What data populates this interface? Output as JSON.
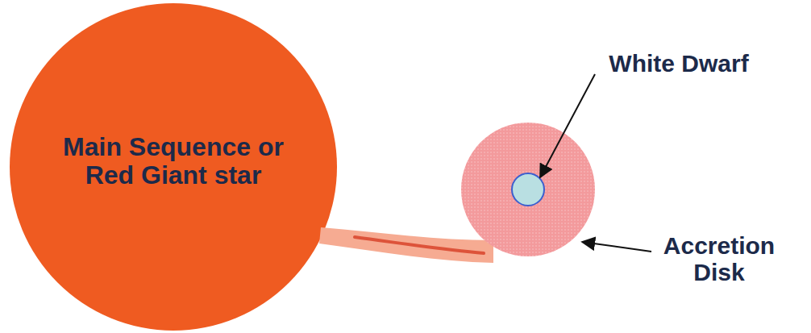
{
  "diagram": {
    "nodes": [
      {
        "text": [
          "Main Sequence or Red Giant star"
        ]
      }
    ],
    "labels": [
      "White Dwarf",
      "Accretion Disk"
    ]
  }
}
